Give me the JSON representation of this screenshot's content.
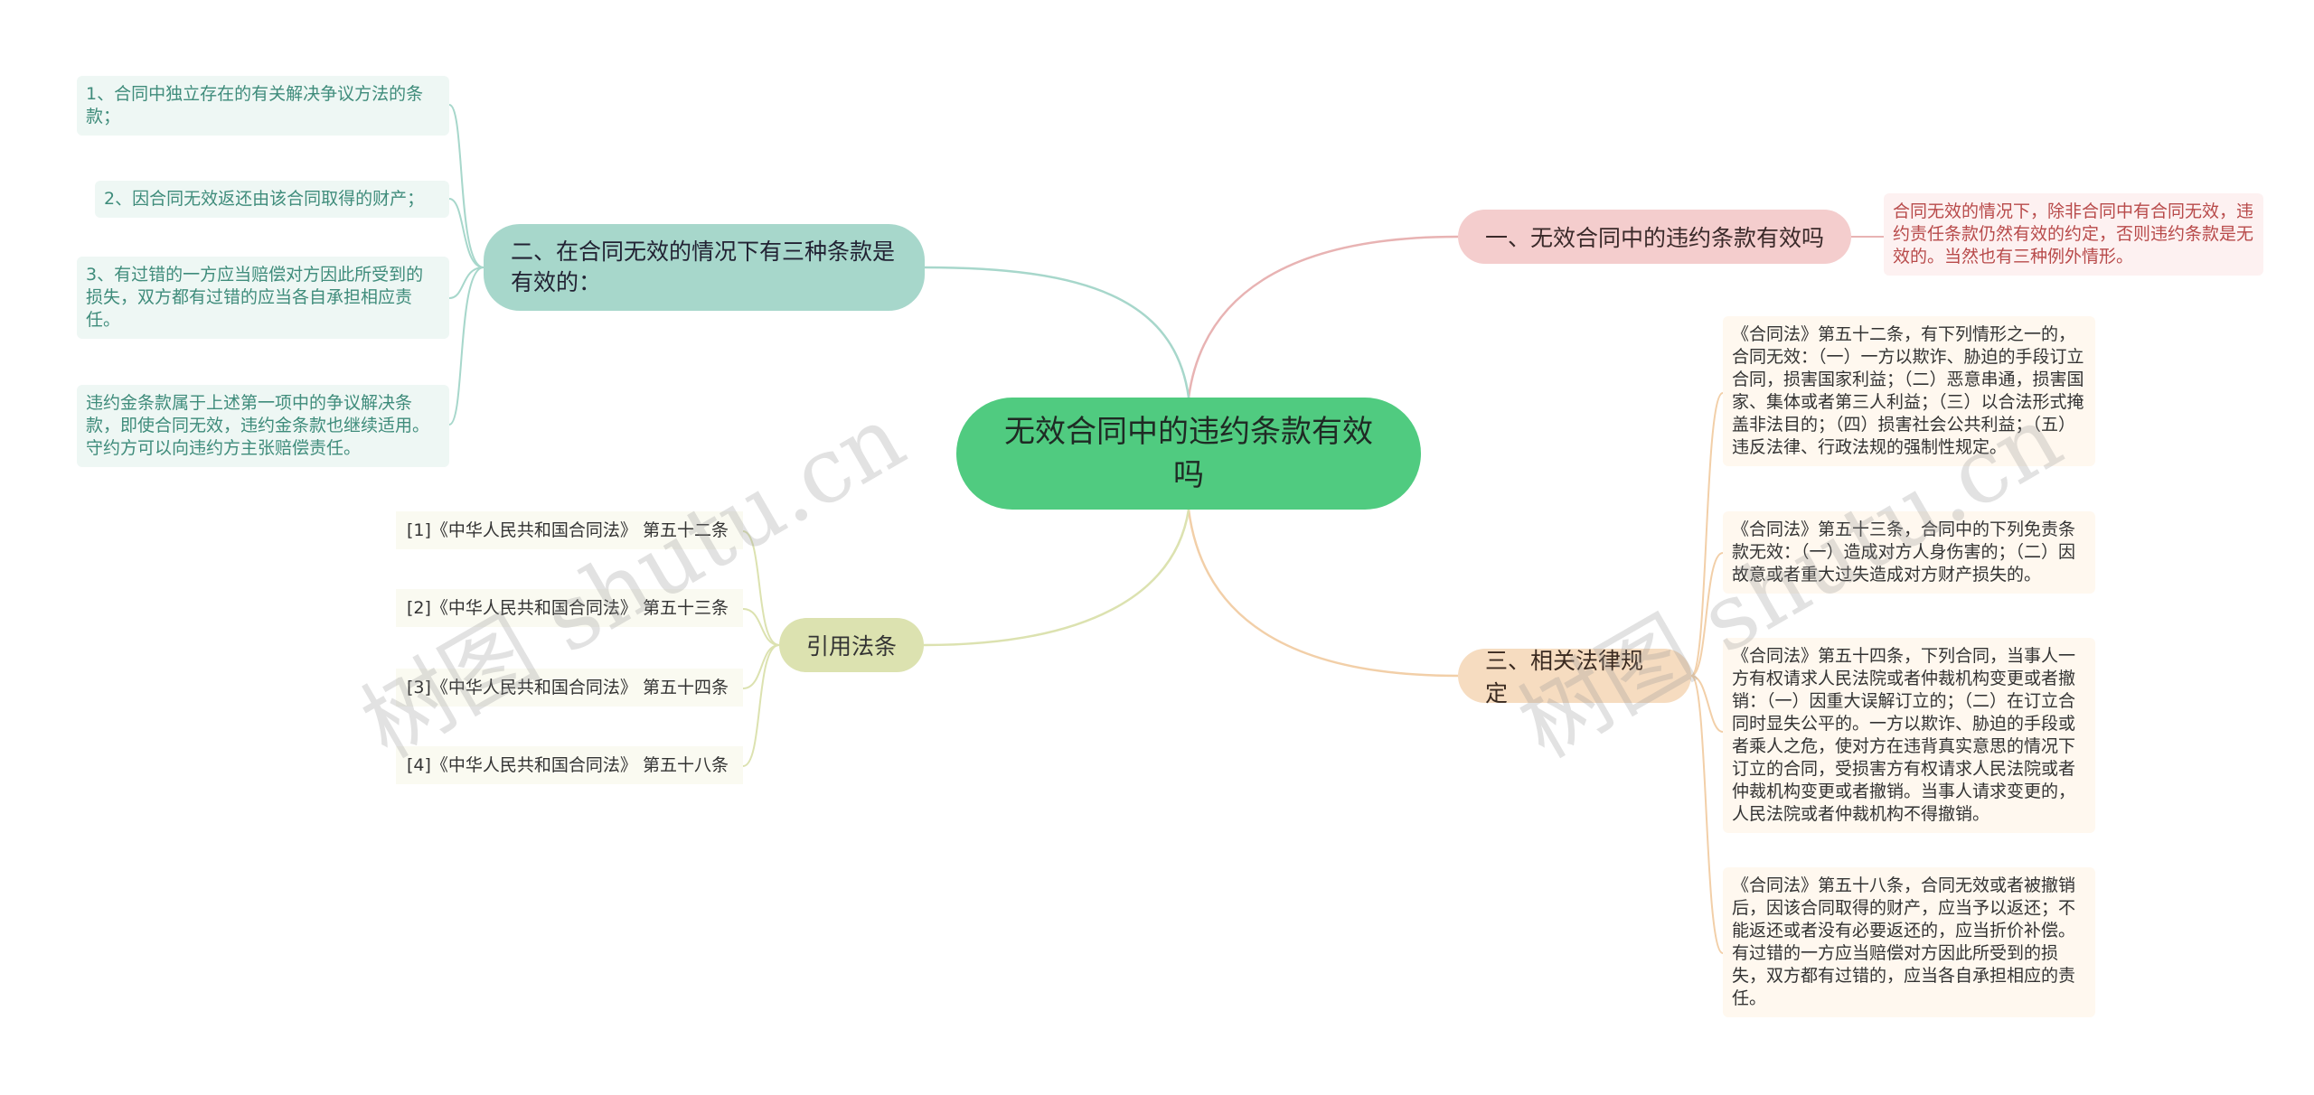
{
  "root": {
    "label": "无效合同中的违约条款有效吗"
  },
  "branches": {
    "b1": {
      "label": "一、无效合同中的违约条款有效吗",
      "color": "#f4cdcd"
    },
    "b2": {
      "label": "二、在合同无效的情况下有三种条款是有效的：",
      "color": "#a7d7cb"
    },
    "b3": {
      "label": "三、相关法律规定",
      "color": "#f6dcc0"
    },
    "b4": {
      "label": "引用法条",
      "color": "#dce2b0"
    }
  },
  "b1_child": "合同无效的情况下，除非合同中有合同无效，违约责任条款仍然有效的约定，否则违约条款是无效的。当然也有三种例外情形。",
  "b2_children": [
    "1、合同中独立存在的有关解决争议方法的条款；",
    "2、因合同无效返还由该合同取得的财产；",
    "3、有过错的一方应当赔偿对方因此所受到的损失，双方都有过错的应当各自承担相应责任。",
    "违约金条款属于上述第一项中的争议解决条款，即使合同无效，违约金条款也继续适用。守约方可以向违约方主张赔偿责任。"
  ],
  "b3_children": [
    "《合同法》第五十二条，有下列情形之一的，合同无效：（一）一方以欺诈、胁迫的手段订立合同，损害国家利益；（二）恶意串通，损害国家、集体或者第三人利益；（三）以合法形式掩盖非法目的；（四）损害社会公共利益；（五）违反法律、行政法规的强制性规定。",
    "《合同法》第五十三条，合同中的下列免责条款无效：（一）造成对方人身伤害的；（二）因故意或者重大过失造成对方财产损失的。",
    "《合同法》第五十四条，下列合同，当事人一方有权请求人民法院或者仲裁机构变更或者撤销：（一）因重大误解订立的；（二）在订立合同时显失公平的。一方以欺诈、胁迫的手段或者乘人之危，使对方在违背真实意思的情况下订立的合同，受损害方有权请求人民法院或者仲裁机构变更或者撤销。当事人请求变更的，人民法院或者仲裁机构不得撤销。",
    "《合同法》第五十八条，合同无效或者被撤销后，因该合同取得的财产，应当予以返还；不能返还或者没有必要返还的，应当折价补偿。有过错的一方应当赔偿对方因此所受到的损失，双方都有过错的，应当各自承担相应的责任。"
  ],
  "b4_children": [
    "[1]《中华人民共和国合同法》 第五十二条",
    "[2]《中华人民共和国合同法》 第五十三条",
    "[3]《中华人民共和国合同法》 第五十四条",
    "[4]《中华人民共和国合同法》 第五十八条"
  ],
  "watermarks": [
    "树图 shutu.cn",
    "树图 shutu.cn"
  ]
}
